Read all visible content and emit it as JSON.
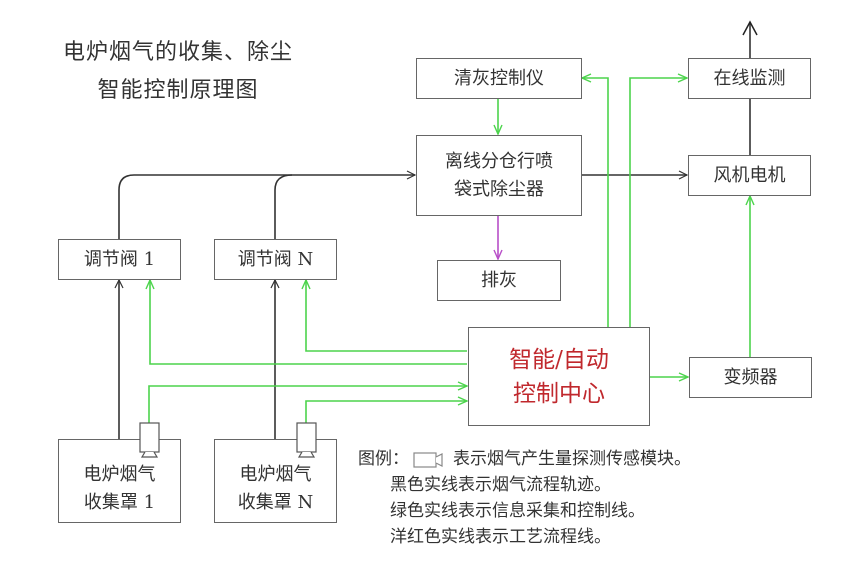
{
  "title": {
    "line1": "电炉烟气的收集、除尘",
    "line2": "智能控制原理图"
  },
  "boxes": {
    "ash_cleaning_controller": "清灰控制仪",
    "online_monitoring": "在线监测",
    "bag_filter": {
      "line1": "离线分仓行喷",
      "line2": "袋式除尘器"
    },
    "fan_motor": "风机电机",
    "valve_1": "调节阀 1",
    "valve_n": "调节阀 N",
    "ash_discharge": "排灰",
    "control_center": {
      "line1": "智能/自动",
      "line2": "控制中心"
    },
    "frequency_converter": "变频器",
    "hood_1": {
      "line1": "电炉烟气",
      "line2": "收集罩 1"
    },
    "hood_n": {
      "line1": "电炉烟气",
      "line2": "收集罩 N"
    }
  },
  "legend": {
    "label": "图例：",
    "sensor_desc": "表示烟气产生量探测传感模块。",
    "black_line": "黑色实线表示烟气流程轨迹。",
    "green_line": "绿色实线表示信息采集和控制线。",
    "magenta_line": "洋红色实线表示工艺流程线。"
  },
  "colors": {
    "flue_gas_line": "#333333",
    "control_line": "#4cd44c",
    "process_line": "#b84fc8",
    "center_text": "#c0282d"
  }
}
